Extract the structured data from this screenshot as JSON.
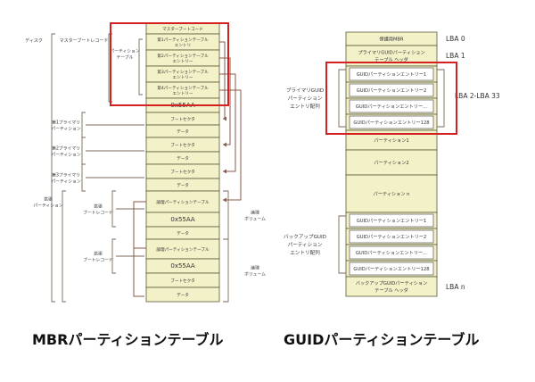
{
  "mbr": {
    "caption": "MBRパーティションテーブル",
    "disk_label": "ディスク",
    "mbr_label": "マスターブートレコード",
    "partition_table_label": "パーティション\nテーブル",
    "cells": [
      "マスターブートコード",
      "第1パーティションテーブル\nエントリ",
      "第2パーティションテーブル\nエントリー",
      "第3パーティションテーブル\nエントリー",
      "第4パーティションテーブル\nエントリー",
      "0x55AA",
      "ブートセクタ",
      "データ",
      "ブートセクタ",
      "データ",
      "ブートセクタ",
      "データ",
      "論理パーティションテーブル",
      "0x55AA",
      "データ",
      "論理パーティションテーブル",
      "0x55AA",
      "ブートセクタ",
      "データ"
    ],
    "side_labels": [
      "第1プライマリ\nパーティション",
      "第2プライマリ\nパーティション",
      "第3プライマリ\nパーティション",
      "拡張\nパーティション",
      "拡張\nブートレコード",
      "拡張\nブートレコード",
      "論理\nボリューム",
      "論理\nボリューム"
    ]
  },
  "guid": {
    "caption": "GUIDパーティションテーブル",
    "cells": [
      "保護用MBR",
      "プライマリGUIDパーティション\nテーブル ヘッダ",
      "GUIDパーティションエントリー1",
      "GUIDパーティションエントリー2",
      "GUIDパーティションエントリー...",
      "GUIDパーティションエントリー128",
      "パーティション1",
      "パーティション2",
      "パーティション n",
      "GUIDパーティションエントリー1",
      "GUIDパーティションエントリー2",
      "GUIDパーティションエントリー...",
      "GUIDパーティションエントリー128",
      "バックアップGUIDパーティション\nテーブル ヘッダ"
    ],
    "lba_labels": [
      "LBA 0",
      "LBA 1",
      "LBA 2-LBA 33",
      "LBA n"
    ],
    "primary_array_label": "プライマリGUID\nパーティション\nエントリ配列",
    "backup_array_label": "バックアップGUID\nパーティション\nエントリ配列"
  },
  "colors": {
    "cell": "#f2f1c8",
    "highlight": "#d42020"
  }
}
